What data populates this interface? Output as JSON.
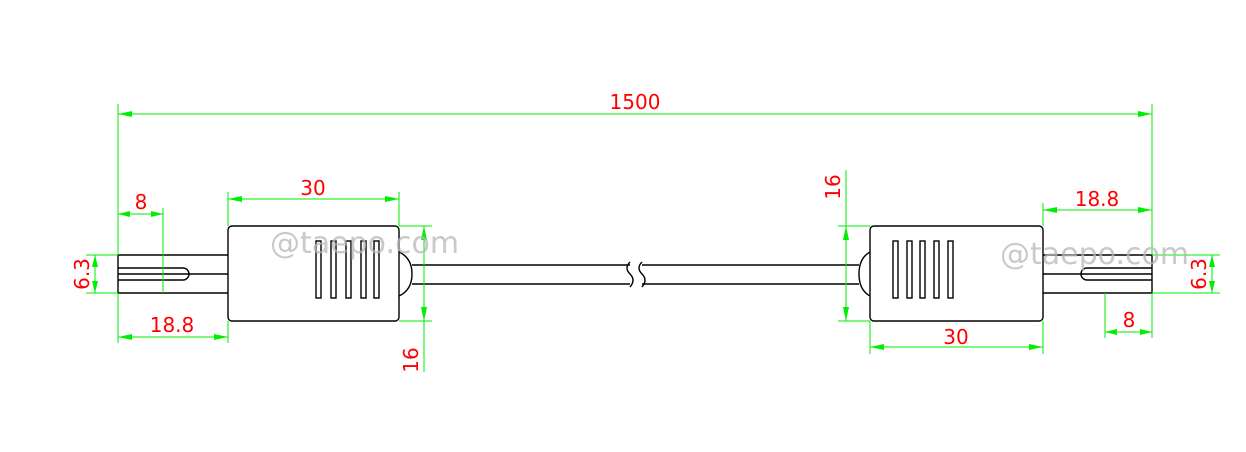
{
  "drawing": {
    "units": "mm",
    "line_colors": {
      "outline": "#000000",
      "dimension": "#00ee00",
      "dimension_text": "#ff0000",
      "watermark": "#b8b8b8"
    },
    "dimensions": {
      "overall_length": "1500",
      "left_tip_width": "8",
      "left_body_length": "30",
      "left_pin_height": "6.3",
      "left_pin_length": "18.8",
      "left_body_height": "16",
      "right_body_height": "16",
      "right_pin_length": "18.8",
      "right_pin_height": "6.3",
      "right_tip_width": "8",
      "right_body_length": "30"
    },
    "watermarks": {
      "left": "@taepo.com",
      "right": "@taepo.com"
    }
  }
}
